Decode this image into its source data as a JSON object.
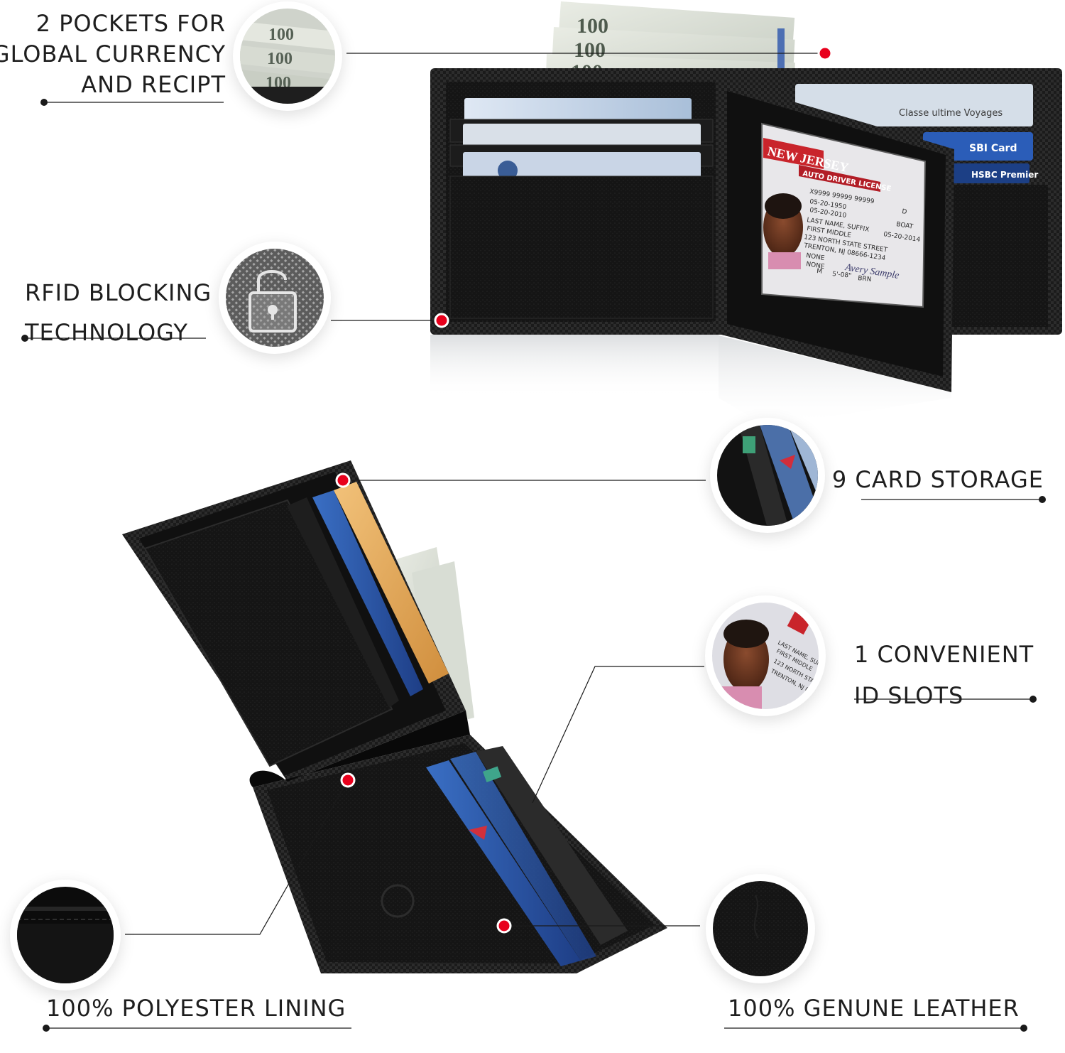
{
  "features": {
    "currency": {
      "line1": "2 POCKETS FOR",
      "line2": "GLOBAL CURRENCY",
      "line3": "AND RECIPT"
    },
    "rfid": {
      "line1": "RFID BLOCKING",
      "line2": "TECHNOLOGY"
    },
    "cards": {
      "line1": "9 CARD STORAGE"
    },
    "id_slots": {
      "line1": "1 CONVENIENT",
      "line2": "ID SLOTS"
    },
    "lining": {
      "line1": "100% POLYESTER LINING"
    },
    "leather": {
      "line1": "100% GENUNE LEATHER"
    }
  },
  "banknote": {
    "value": "100"
  },
  "cards": {
    "card1": "Classe ultime Voyages",
    "card2": "SBI Card",
    "card3": "HSBC Premier"
  },
  "license": {
    "state": "NEW JERSEY",
    "type": "AUTO DRIVER LICENSE",
    "number": "X9999 99999 99999",
    "dob": "05-20-1950",
    "issued": "05-20-2010",
    "name1": "LAST NAME, SUFFIX",
    "name2": "FIRST MIDDLE",
    "street": "123 NORTH STATE STREET",
    "city": "TRENTON, NJ 08666-1234",
    "restr": "NONE",
    "endors": "NONE",
    "class": "D",
    "cls2": "BOAT",
    "exp": "05-20-2014",
    "sex": "M",
    "height": "5'-08\"",
    "eyes": "BRN",
    "signature": "Avery Sample"
  },
  "colors": {
    "dot": "#e8001c",
    "leather": "#141414",
    "line": "#1a1a1a"
  }
}
